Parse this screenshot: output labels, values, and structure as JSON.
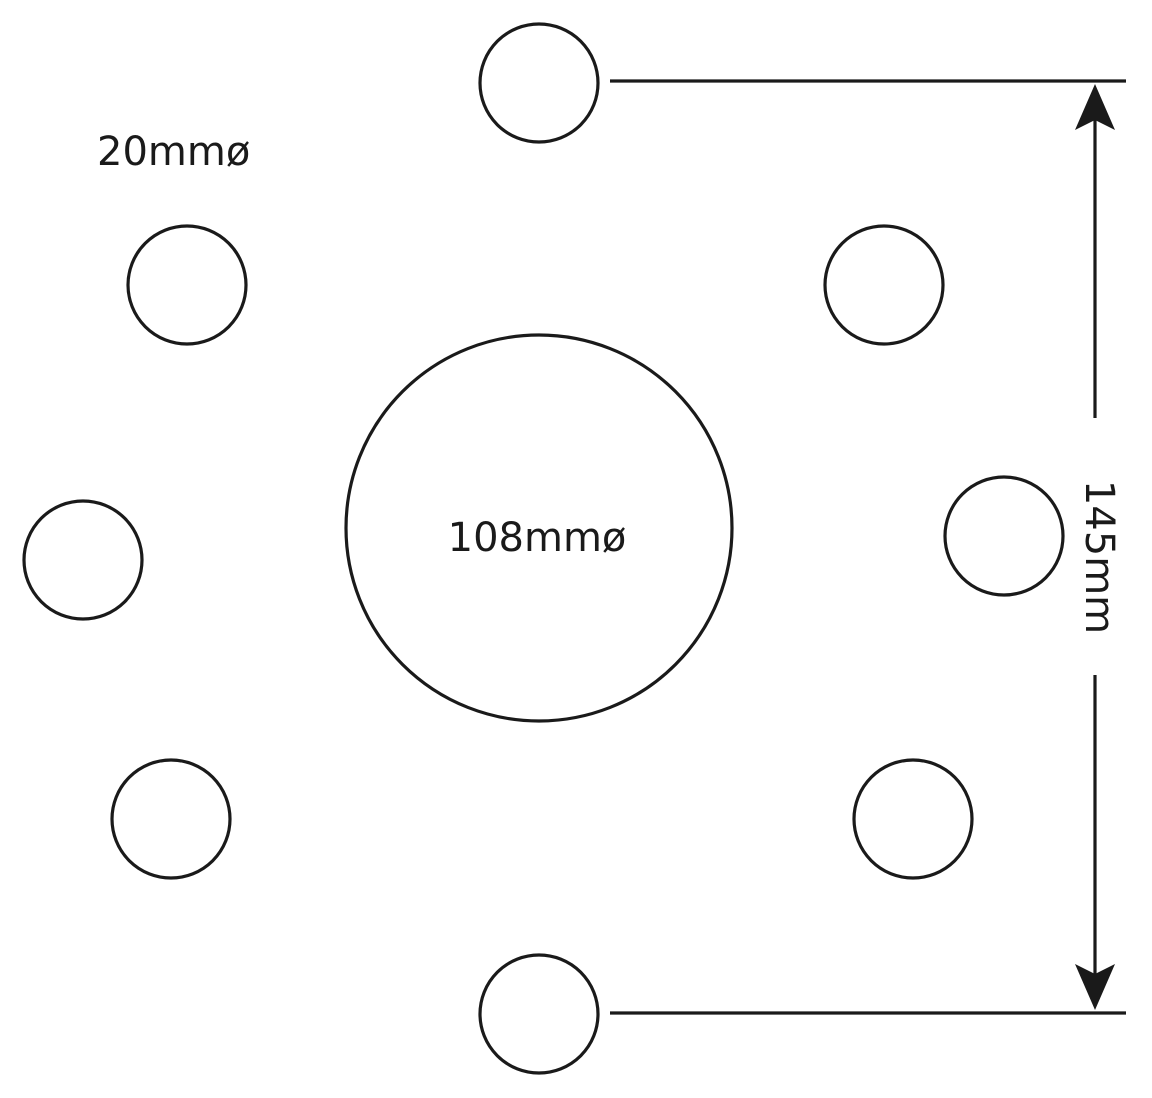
{
  "labels": {
    "hole_diameter": "20mmø",
    "center_bore": "108mmø",
    "pcd_dimension": "145mm"
  },
  "colors": {
    "stroke": "#1a1a1a",
    "background": "#ffffff"
  }
}
